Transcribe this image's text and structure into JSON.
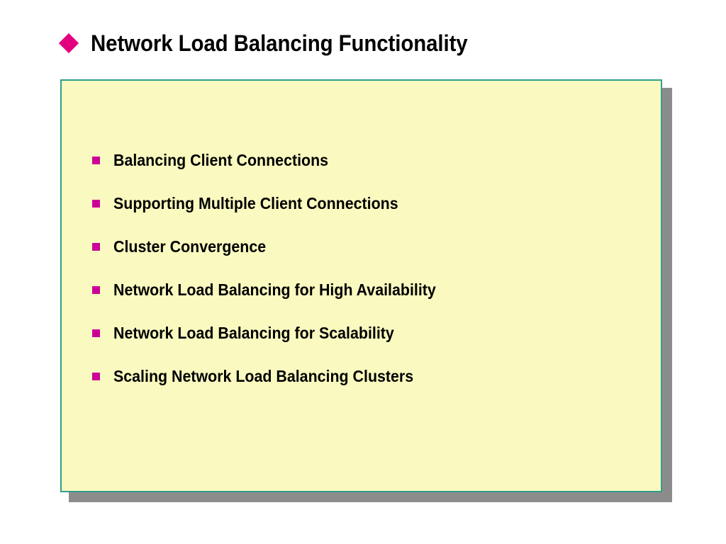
{
  "slide": {
    "background_color": "#ffffff",
    "title": {
      "bullet_icon": "diamond-bullet-icon",
      "text": "Network Load Balancing Functionality",
      "color": "#000000",
      "bullet_color": "#E3007F"
    },
    "content_box": {
      "background_color": "#FAFAC0",
      "border_color": "#2E9E8E",
      "shadow_color": "#8c8c8c"
    },
    "bullets": {
      "marker_icon": "square-bullet-icon",
      "marker_color": "#CC0099",
      "text_color": "#000000",
      "items": [
        {
          "label": "Balancing Client Connections"
        },
        {
          "label": "Supporting Multiple Client Connections"
        },
        {
          "label": "Cluster Convergence"
        },
        {
          "label": "Network Load Balancing for High Availability"
        },
        {
          "label": "Network Load Balancing for Scalability"
        },
        {
          "label": "Scaling Network Load Balancing Clusters"
        }
      ]
    }
  }
}
